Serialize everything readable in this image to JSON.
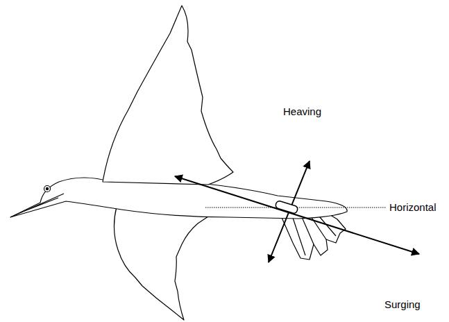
{
  "diagram": {
    "labels": [
      "Heaving",
      "Horizontal",
      "Surging"
    ]
  }
}
